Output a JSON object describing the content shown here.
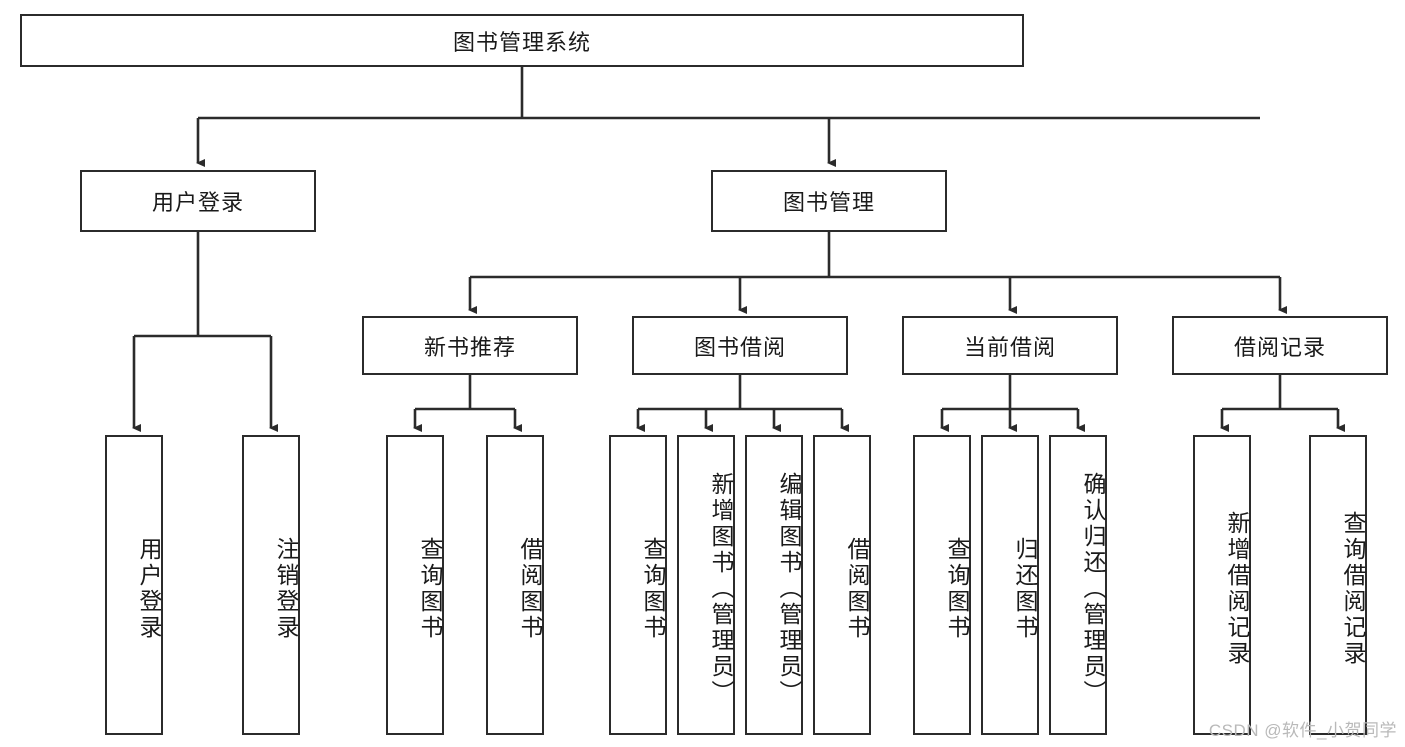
{
  "diagram": {
    "title": "图书管理系统",
    "root": {
      "label": "图书管理系统"
    },
    "level1": [
      {
        "label": "用户登录"
      },
      {
        "label": "图书管理"
      }
    ],
    "level2": [
      {
        "label": "新书推荐"
      },
      {
        "label": "图书借阅"
      },
      {
        "label": "当前借阅"
      },
      {
        "label": "借阅记录"
      }
    ],
    "leaves": {
      "user_login": [
        {
          "label": "用户登录"
        },
        {
          "label": "注销登录"
        }
      ],
      "new_book_recommend": [
        {
          "label": "查询图书"
        },
        {
          "label": "借阅图书"
        }
      ],
      "book_borrow": [
        {
          "label": "查询图书"
        },
        {
          "label": "新增图书（管理员）"
        },
        {
          "label": "编辑图书（管理员）"
        },
        {
          "label": "借阅图书"
        }
      ],
      "current_borrow": [
        {
          "label": "查询图书"
        },
        {
          "label": "归还图书"
        },
        {
          "label": "确认归还（管理员）"
        }
      ],
      "borrow_record": [
        {
          "label": "新增借阅记录"
        },
        {
          "label": "查询借阅记录"
        }
      ]
    },
    "watermark": "CSDN @软件_小贺同学",
    "colors": {
      "line": "#2b2b2b",
      "box_fill": "#ffffff",
      "text": "#1a1a1a",
      "watermark": "#b9b9b9"
    }
  }
}
